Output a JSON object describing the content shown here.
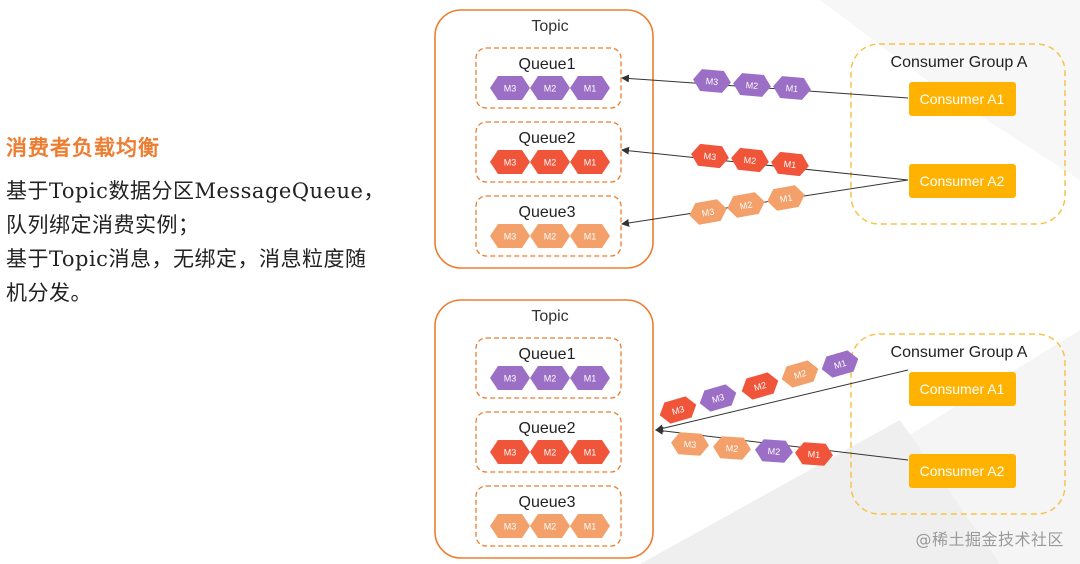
{
  "left": {
    "title": "消费者负载均衡",
    "lines": [
      "基于Topic数据分区MessageQueue，",
      "队列绑定消费实例；",
      "基于Topic消息，无绑定，消息粒度随",
      "机分发。"
    ]
  },
  "diagrams": [
    {
      "topic_label": "Topic",
      "queues": [
        {
          "label": "Queue1",
          "messages": [
            "M3",
            "M2",
            "M1"
          ],
          "color": "purple"
        },
        {
          "label": "Queue2",
          "messages": [
            "M3",
            "M2",
            "M1"
          ],
          "color": "red"
        },
        {
          "label": "Queue3",
          "messages": [
            "M3",
            "M2",
            "M1"
          ],
          "color": "orange"
        }
      ],
      "group_label": "Consumer Group A",
      "consumers": [
        "Consumer A1",
        "Consumer A2"
      ],
      "flows": [
        {
          "messages": [
            "M3",
            "M2",
            "M1"
          ],
          "colors": [
            "purple",
            "purple",
            "purple"
          ]
        },
        {
          "messages": [
            "M3",
            "M2",
            "M1"
          ],
          "colors": [
            "red",
            "red",
            "red"
          ]
        },
        {
          "messages": [
            "M3",
            "M2",
            "M1"
          ],
          "colors": [
            "orange",
            "orange",
            "orange"
          ]
        }
      ]
    },
    {
      "topic_label": "Topic",
      "queues": [
        {
          "label": "Queue1",
          "messages": [
            "M3",
            "M2",
            "M1"
          ],
          "color": "purple"
        },
        {
          "label": "Queue2",
          "messages": [
            "M3",
            "M2",
            "M1"
          ],
          "color": "red"
        },
        {
          "label": "Queue3",
          "messages": [
            "M3",
            "M2",
            "M1"
          ],
          "color": "orange"
        }
      ],
      "group_label": "Consumer Group A",
      "consumers": [
        "Consumer A1",
        "Consumer A2"
      ],
      "flows": [
        {
          "messages": [
            "M3",
            "M3",
            "M2",
            "M2",
            "M1"
          ],
          "colors": [
            "red",
            "purple",
            "red",
            "orange",
            "purple"
          ]
        },
        {
          "messages": [
            "M3",
            "M2",
            "M2",
            "M1"
          ],
          "colors": [
            "orange",
            "orange",
            "purple",
            "red"
          ]
        }
      ]
    }
  ],
  "palette": {
    "purple": "#9c6fc6",
    "red": "#f0553a",
    "orange": "#f3a06a",
    "topic_border": "#ed7d31",
    "group_border": "#f7c34a",
    "consumer_fill": "#ffb300"
  },
  "watermark": "@稀土掘金技术社区"
}
